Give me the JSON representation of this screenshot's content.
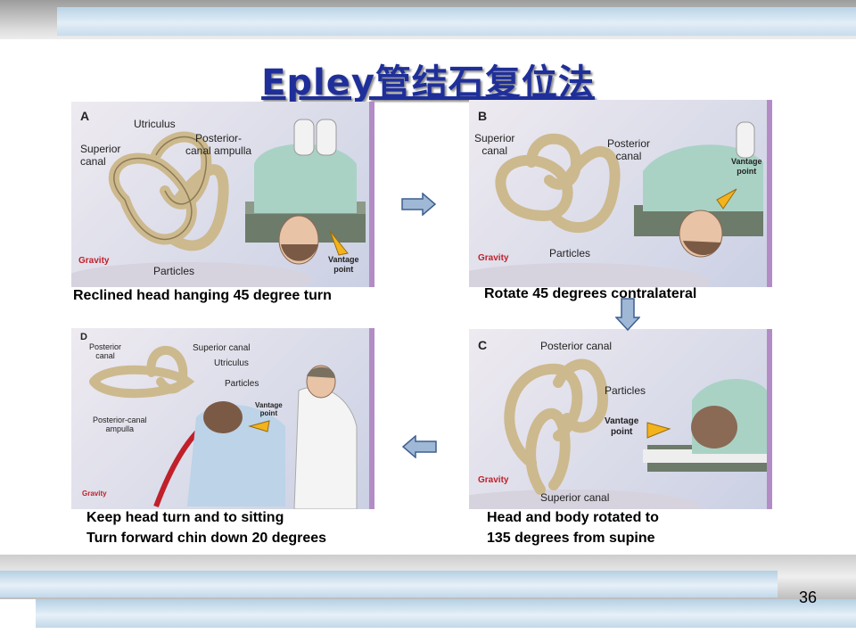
{
  "title": "Epley管结石复位法",
  "page_number": "36",
  "panels": {
    "a": {
      "letter": "A",
      "labels": {
        "utriculus": "Utriculus",
        "superior": "Superior\ncanal",
        "ampulla": "Posterior-\ncanal ampulla",
        "particles": "Particles",
        "gravity": "Gravity",
        "vantage": "Vantage\npoint"
      },
      "caption": "Reclined head hanging 45 degree turn"
    },
    "b": {
      "letter": "B",
      "labels": {
        "superior": "Superior\ncanal",
        "posterior": "Posterior\ncanal",
        "particles": "Particles",
        "gravity": "Gravity",
        "vantage": "Vantage\npoint"
      },
      "caption": "Rotate 45 degrees contralateral"
    },
    "c": {
      "letter": "C",
      "labels": {
        "posterior": "Posterior canal",
        "particles": "Particles",
        "vantage": "Vantage\npoint",
        "superior": "Superior canal",
        "gravity": "Gravity"
      },
      "caption_line1": "Head and body rotated to",
      "caption_line2": "135 degrees from supine"
    },
    "d": {
      "letter": "D",
      "labels": {
        "posterior": "Posterior\ncanal",
        "superior": "Superior canal",
        "utriculus": "Utriculus",
        "particles": "Particles",
        "vantage": "Vantage\npoint",
        "ampulla": "Posterior-canal\nampulla",
        "gravity": "Gravity"
      },
      "caption_line1": "Keep head turn and to sitting",
      "caption_line2": "Turn forward chin down 20 degrees"
    }
  },
  "colors": {
    "title": "#1f2f9a",
    "arrow_fill": "#9fb8d6",
    "arrow_stroke": "#3f5f8f",
    "canal": "#cdb98e",
    "gravity": "#c0202a",
    "vantage_arrow": "#f2b31c"
  },
  "icons": [
    "arrow-right-icon",
    "arrow-down-icon",
    "arrow-left-icon",
    "gravity-arrow-icon",
    "vantage-arrow-icon"
  ]
}
